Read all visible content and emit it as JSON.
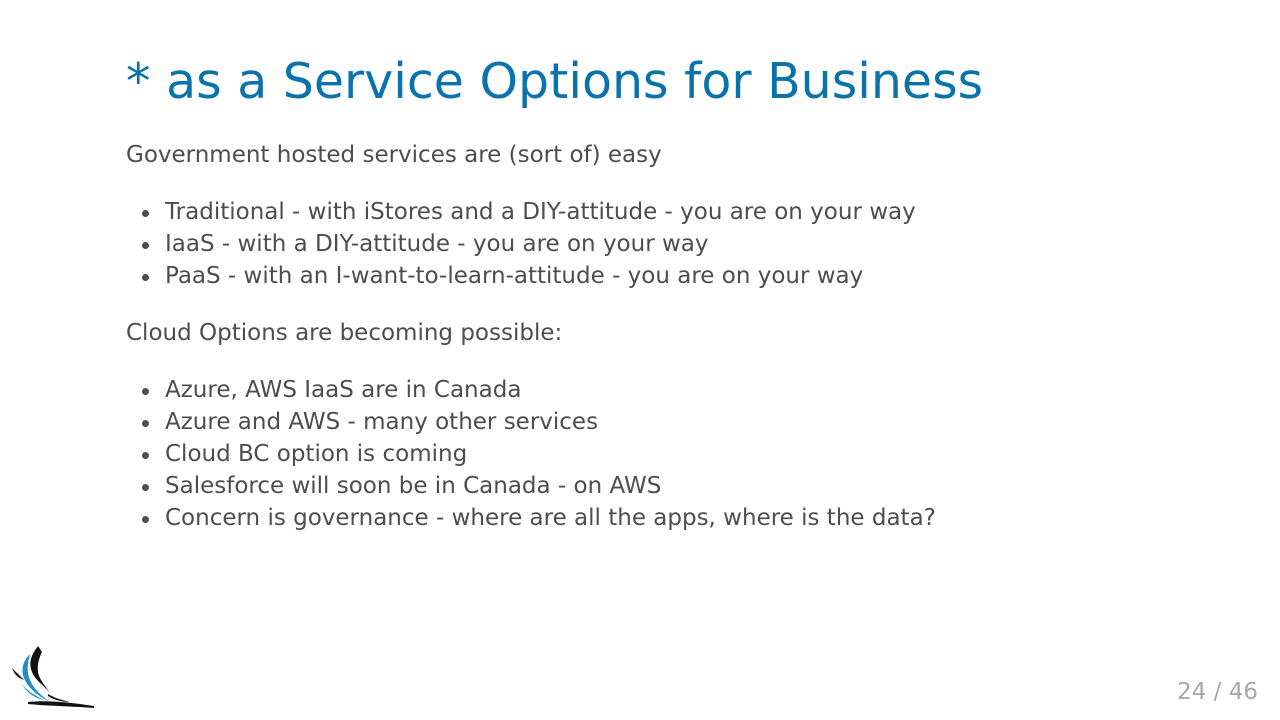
{
  "slide": {
    "title": "* as a Service Options for Business",
    "sections": [
      {
        "intro": "Government hosted services are (sort of) easy",
        "bullets": [
          "Traditional - with iStores and a DIY-attitude - you are on your way",
          "IaaS - with a DIY-attitude - you are on your way",
          "PaaS - with an I-want-to-learn-attitude - you are on your way"
        ]
      },
      {
        "intro": "Cloud Options are becoming possible:",
        "bullets": [
          "Azure, AWS IaaS are in Canada",
          "Azure and AWS - many other services",
          "Cloud BC option is coming",
          "Salesforce will soon be in Canada - on AWS",
          "Concern is governance - where are all the apps, where is the data?"
        ]
      }
    ],
    "page": {
      "current": "24",
      "separator": "/",
      "total": "46"
    }
  },
  "colors": {
    "title": "#0a73ab",
    "body_text": "#4d4d4d",
    "page_number": "#a8a8a8",
    "logo_blue": "#1b8fc6",
    "logo_dark": "#111111"
  },
  "icons": {
    "logo": "bird-logo-icon"
  }
}
